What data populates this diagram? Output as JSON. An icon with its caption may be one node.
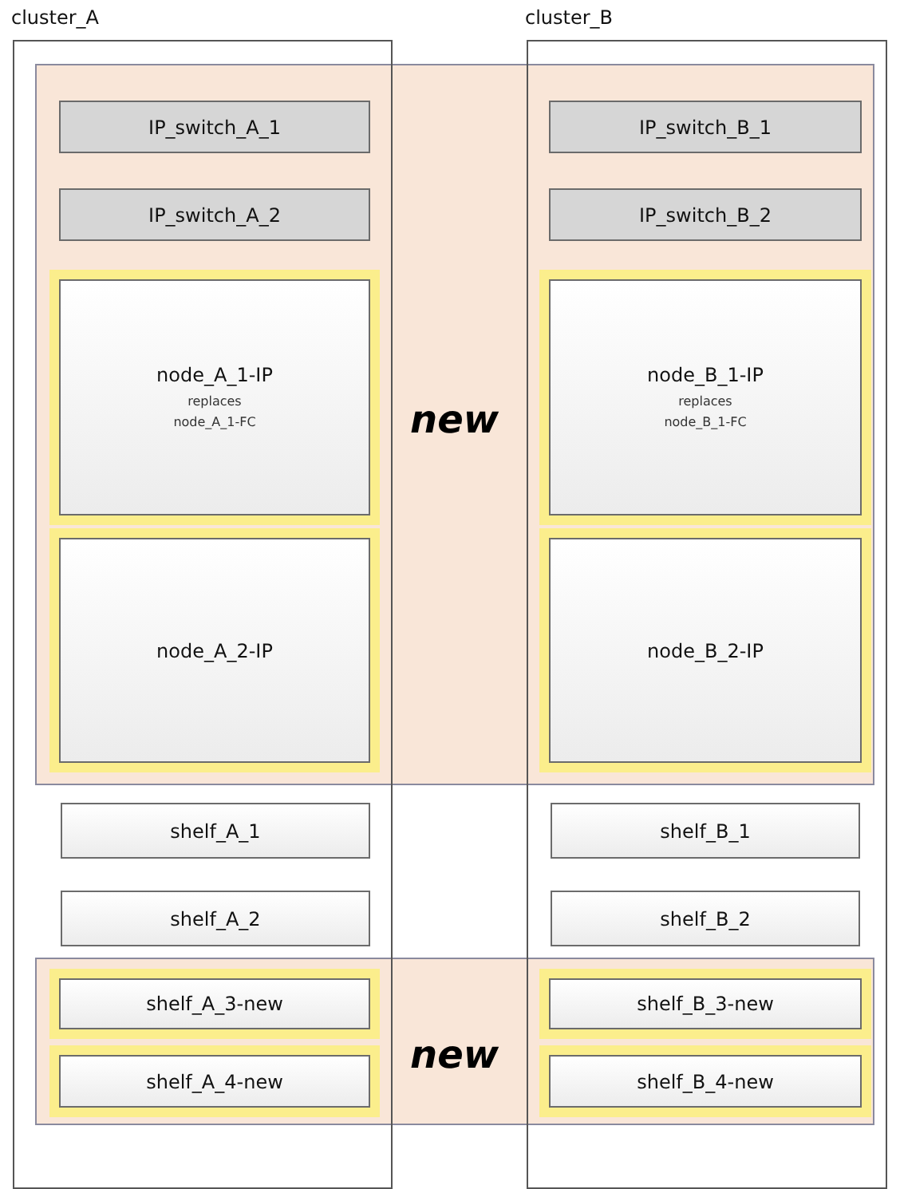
{
  "diagram": {
    "nodes": [
      {
        "text": [
          "cluster_A"
        ]
      },
      {
        "text": [
          "cluster_B"
        ]
      },
      {
        "text": [
          "new"
        ]
      },
      {
        "text": [
          "IP_switch_A_1"
        ]
      },
      {
        "text": [
          "IP_switch_B_1"
        ]
      },
      {
        "text": [
          "IP_switch_A_2"
        ]
      },
      {
        "text": [
          "IP_switch_B_2"
        ]
      },
      {
        "text": [
          "node_A_1-IP",
          "replaces node_A_1-FC"
        ]
      },
      {
        "text": [
          "node_B_1-IP",
          "replaces node_B_1-FC"
        ]
      },
      {
        "text": [
          "node_A_2-IP"
        ]
      },
      {
        "text": [
          "node_B_2-IP"
        ]
      },
      {
        "text": [
          "shelf_A_1"
        ],
        "in": 0
      },
      {
        "text": [
          "shelf_B_1"
        ],
        "in": 1
      },
      {
        "text": [
          "shelf_A_2"
        ],
        "in": 0
      },
      {
        "text": [
          "shelf_B_2"
        ],
        "in": 1
      },
      {
        "text": [
          "new"
        ]
      },
      {
        "text": [
          "shelf_A_3-new"
        ]
      },
      {
        "text": [
          "shelf_B_3-new"
        ]
      },
      {
        "text": [
          "shelf_A_4-new"
        ]
      },
      {
        "text": [
          "shelf_B_4-new"
        ]
      }
    ]
  }
}
